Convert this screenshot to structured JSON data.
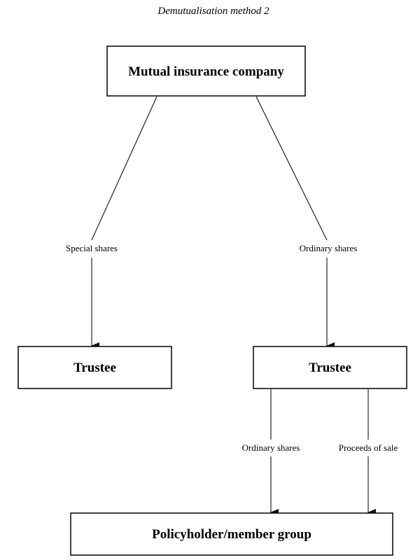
{
  "title": "Demutualisation method 2",
  "nodes": {
    "mutual": "Mutual insurance company",
    "trustee_left": "Trustee",
    "trustee_right": "Trustee",
    "policyholder": "Policyholder/member group"
  },
  "edges": {
    "special_shares": "Special shares",
    "ordinary_shares_top": "Ordinary shares",
    "ordinary_shares_bottom": "Ordinary shares",
    "proceeds_of_sale": "Proceeds of sale"
  }
}
